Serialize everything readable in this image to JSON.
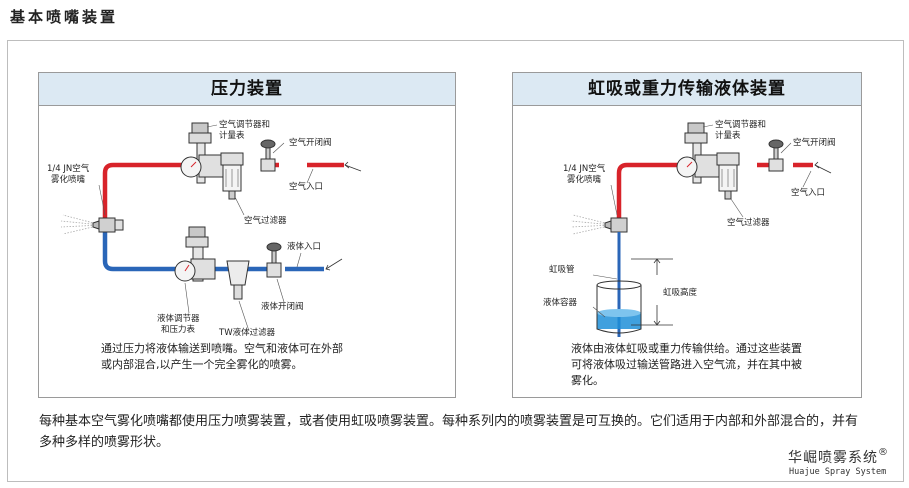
{
  "page": {
    "title": "基本喷嘴装置"
  },
  "pressure_panel": {
    "heading": "压力装置",
    "labels": {
      "nozzle": [
        "1/4 JN空气",
        "雾化喷嘴"
      ],
      "air_regulator": [
        "空气调节器和",
        "计量表"
      ],
      "air_shutoff": "空气开闭阀",
      "air_inlet": "空气入口",
      "air_filter": "空气过滤器",
      "liquid_inlet": "液体入口",
      "liquid_shutoff": "液体开闭阀",
      "liquid_regulator": [
        "液体调节器",
        "和压力表"
      ],
      "tw_filter": "TW液体过滤器"
    },
    "description": "通过压力将液体输送到喷嘴。空气和液体可在外部或内部混合,以产生一个完全雾化的喷雾。"
  },
  "siphon_panel": {
    "heading": "虹吸或重力传输液体装置",
    "labels": {
      "nozzle": [
        "1/4 JN空气",
        "雾化喷嘴"
      ],
      "air_regulator": [
        "空气调节器和",
        "计量表"
      ],
      "air_shutoff": "空气开闭阀",
      "air_inlet": "空气入口",
      "air_filter": "空气过滤器",
      "siphon_tube": "虹吸管",
      "siphon_height": "虹吸高度",
      "liquid_container": "液体容器"
    },
    "description": "液体由液体虹吸或重力传输供给。通过这些装置可将液体吸过输送管路进入空气流，并在其中被雾化。"
  },
  "footer": {
    "text": "每种基本空气雾化喷嘴都使用压力喷雾装置，或者使用虹吸喷雾装置。每种系列内的喷雾装置是可互换的。它们适用于内部和外部混合的，并有多种多样的喷雾形状。"
  },
  "brand": {
    "name": "华崛喷雾系统",
    "registered": "®",
    "subtitle": "Huajue Spray System"
  },
  "colors": {
    "air_line": "#d8232a",
    "liquid_line": "#2a66b8",
    "panel_header": "#dce9f3",
    "liquid_fill": "#1e8fd8"
  }
}
